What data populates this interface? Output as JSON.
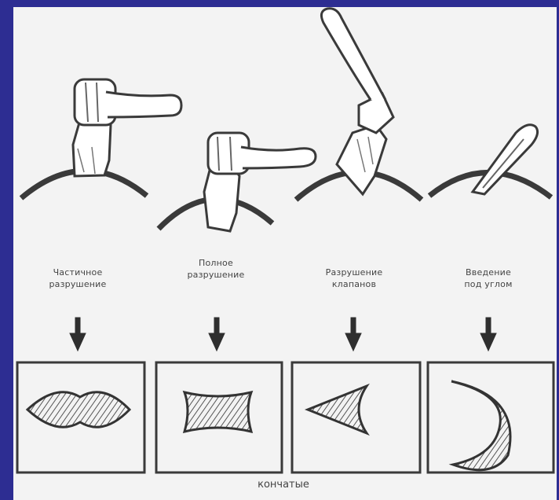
{
  "panels": [
    {
      "id": "partial-destruction",
      "caption": [
        "Частичное",
        "разрушение"
      ]
    },
    {
      "id": "full-destruction",
      "caption": [
        "Полное",
        "разрушение"
      ]
    },
    {
      "id": "destruction-of-tubercles",
      "caption": [
        "Разрушение",
        "клапанов"
      ]
    },
    {
      "id": "introduction-under-angle",
      "caption": [
        "Введение",
        "под углом"
      ]
    }
  ],
  "bottom_label": "кончатые",
  "colors": {
    "frame_border": "#2d2d92",
    "background": "#f3f3f3",
    "ink": "#3a3a3a"
  }
}
